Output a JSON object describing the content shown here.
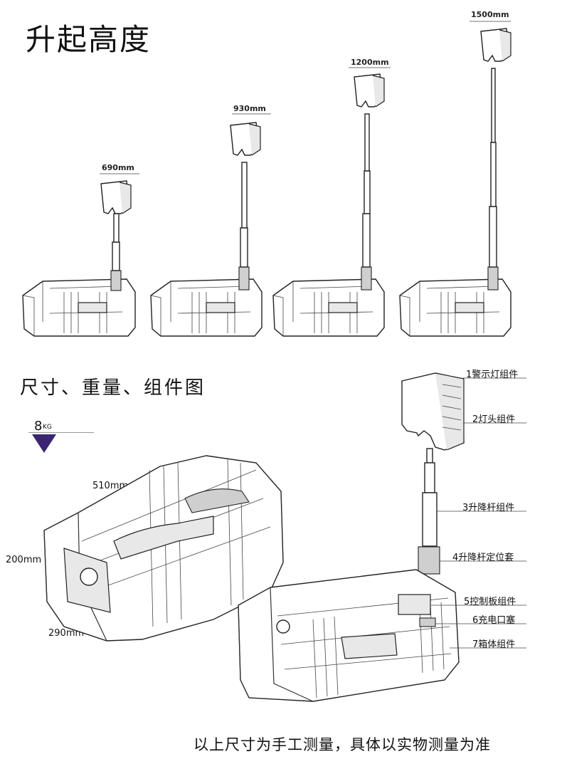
{
  "section1": {
    "title": "升起高度",
    "heights": [
      "690mm",
      "930mm",
      "1200mm",
      "1500mm"
    ]
  },
  "section2": {
    "title": "尺寸、重量、组件图",
    "weight_value": "8",
    "weight_unit": "KG",
    "dimensions": {
      "length": "510mm",
      "height": "200mm",
      "width": "290mm"
    },
    "parts": [
      "1警示灯组件",
      "2灯头组件",
      "3升降杆组件",
      "4升降杆定位套",
      "5控制板组件",
      "6充电口塞",
      "7箱体组件"
    ]
  },
  "footer": "以上尺寸为手工测量，具体以实物测量为准"
}
